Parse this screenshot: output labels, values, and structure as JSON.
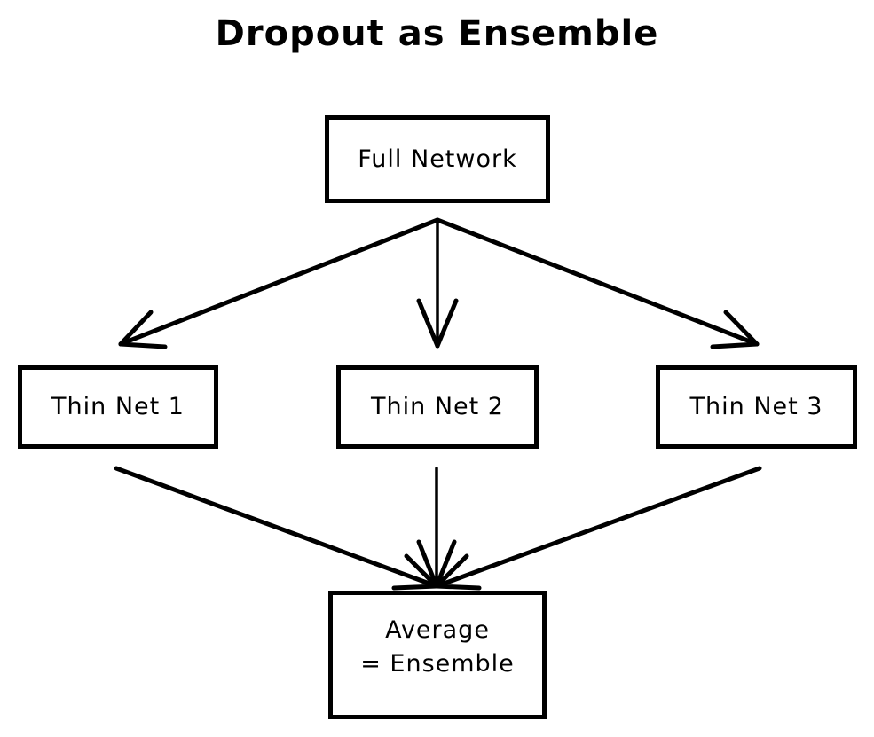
{
  "title": "Dropout as Ensemble",
  "colors": {
    "stroke": "#000000",
    "background": "#ffffff"
  },
  "nodes": {
    "full_network": {
      "label": "Full Network"
    },
    "thin_net_1": {
      "label": "Thin Net 1"
    },
    "thin_net_2": {
      "label": "Thin Net 2"
    },
    "thin_net_3": {
      "label": "Thin Net 3"
    },
    "average": {
      "line1": "Average",
      "line2": "= Ensemble"
    }
  },
  "edges": [
    {
      "from": "full_network",
      "to": "thin_net_1"
    },
    {
      "from": "full_network",
      "to": "thin_net_2"
    },
    {
      "from": "full_network",
      "to": "thin_net_3"
    },
    {
      "from": "thin_net_1",
      "to": "average"
    },
    {
      "from": "thin_net_2",
      "to": "average"
    },
    {
      "from": "thin_net_3",
      "to": "average"
    }
  ]
}
